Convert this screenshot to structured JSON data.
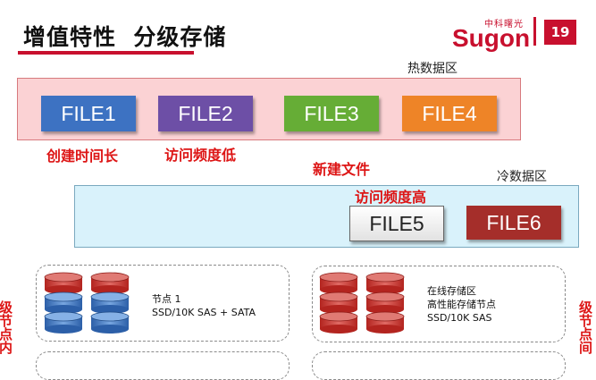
{
  "header": {
    "title": "增值特性  分级存储",
    "brand_cn": "中科曙光",
    "brand": "Sugon",
    "page_number": "19",
    "accent_color": "#c8102e"
  },
  "zones": {
    "hot_label": "热数据区",
    "cold_label": "冷数据区"
  },
  "files": [
    {
      "label": "FILE1",
      "color": "#3d72c2"
    },
    {
      "label": "FILE2",
      "color": "#6d4fa6"
    },
    {
      "label": "FILE3",
      "color": "#66ad36"
    },
    {
      "label": "FILE4",
      "color": "#ee8427"
    },
    {
      "label": "FILE5",
      "color": "#e9e9e9"
    },
    {
      "label": "FILE6",
      "color": "#a52e2a"
    }
  ],
  "annotations": {
    "created_long": "创建时间长",
    "access_low": "访问频度低",
    "new_file": "新建文件",
    "access_high": "访问频度高"
  },
  "nodes": [
    {
      "lines": [
        "节点 1",
        "SSD/10K SAS + SATA"
      ],
      "disk_color": "blue-red"
    },
    {
      "lines": [
        "在线存储区",
        "高性能存储节点",
        "SSD/10K SAS"
      ],
      "disk_color": "red"
    }
  ],
  "side_labels": {
    "left": "级节点内",
    "right": "级节点间"
  }
}
